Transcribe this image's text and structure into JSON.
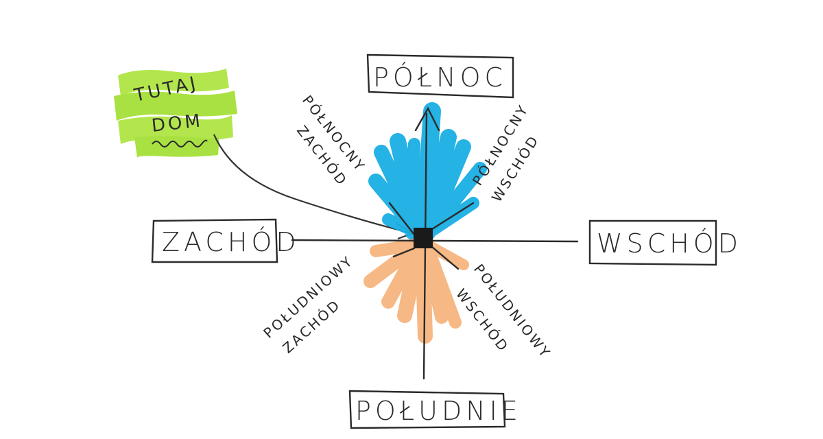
{
  "directions": {
    "north": "PÓŁNOC",
    "south": "POŁUDNIE",
    "west": "ZACHÓD",
    "east": "WSCHÓD"
  },
  "diagonals": {
    "northwest": [
      "PÓŁNOCNY",
      "ZACHÓD"
    ],
    "northeast": [
      "PÓŁNOCNY",
      "WSCHÓD"
    ],
    "southwest": [
      "POŁUDNIOWY",
      "ZACHÓD"
    ],
    "southeast": [
      "POŁUDNIOWY",
      "WSCHÓD"
    ]
  },
  "note": {
    "line1": "TUTAJ",
    "line2": "DOM"
  },
  "colors": {
    "north_highlight": "#1aaee3",
    "south_highlight": "#f6b27a",
    "note_highlight": "#a6e22e",
    "ink": "#2a2a2a"
  }
}
